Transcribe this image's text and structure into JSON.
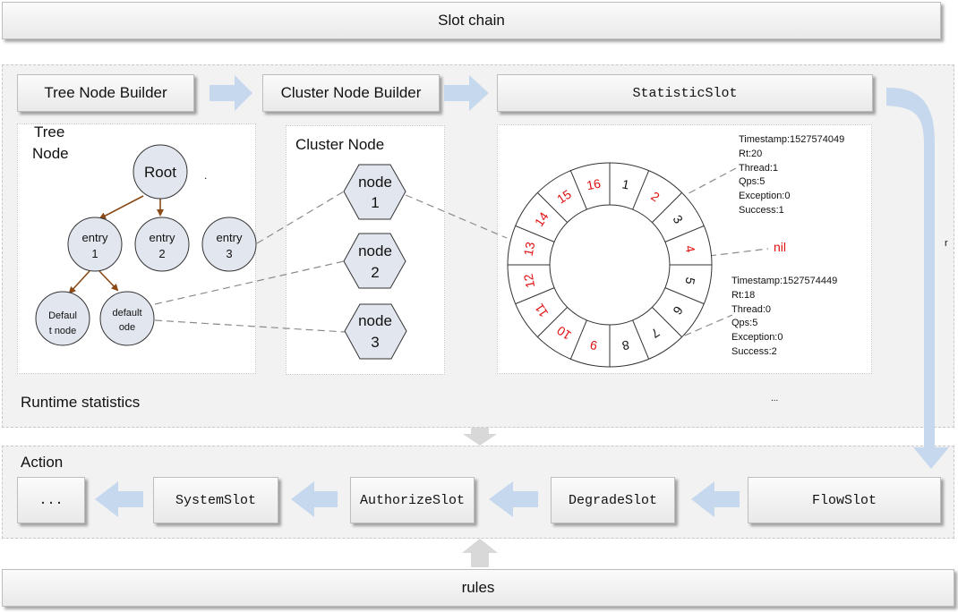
{
  "top_bar": {
    "label": "Slot chain"
  },
  "bottom_bar": {
    "label": "rules"
  },
  "runtime": {
    "label": "Runtime statistics",
    "ellipsis": "...",
    "dot": ".",
    "tree_node_builder": "Tree Node Builder",
    "cluster_node_builder": "Cluster Node Builder",
    "statistic_slot": "StatisticSlot",
    "tree_panel": {
      "title_line1": "Tree",
      "title_line2": "Node",
      "root": "Root",
      "entry1_l1": "entry",
      "entry1_l2": "1",
      "entry2_l1": "entry",
      "entry2_l2": "2",
      "entry3_l1": "entry",
      "entry3_l2": "3",
      "default_l1": "Defaul",
      "default_l2": "t node",
      "default2_l1": "default",
      "default2_l2": "ode"
    },
    "cluster_panel": {
      "title": "Cluster Node",
      "nodes": [
        {
          "l1": "node",
          "l2": "1"
        },
        {
          "l1": "node",
          "l2": "2"
        },
        {
          "l1": "node",
          "l2": "3"
        }
      ]
    },
    "ring": {
      "segments": [
        "1",
        "2",
        "3",
        "4",
        "5",
        "6",
        "7",
        "8",
        "9",
        "10",
        "11",
        "12",
        "13",
        "14",
        "15",
        "16"
      ],
      "red_segments": [
        "2",
        "4",
        "9",
        "10",
        "11",
        "12",
        "13",
        "14",
        "15",
        "16"
      ],
      "nil_label": "nil",
      "info1": "Timestamp:1527574049\nRt:20\nThread:1\nQps:5\nException:0\nSuccess:1",
      "info2": "Timestamp:1527574449\nRt:18\nThread:0\nQps:5\nException:0\nSuccess:2"
    },
    "side_letter": "r"
  },
  "action": {
    "label": "Action",
    "slots": {
      "ellipsis": "...",
      "system": "SystemSlot",
      "authorize": "AuthorizeSlot",
      "degrade": "DegradeSlot",
      "flow": "FlowSlot"
    }
  },
  "colors": {
    "arrow_blue": "#c6d8ee",
    "arrow_gray": "#d8d8d8",
    "tree_edge": "#8a4a17",
    "red_text": "#e01010",
    "node_fill": "#e2e6ee"
  }
}
